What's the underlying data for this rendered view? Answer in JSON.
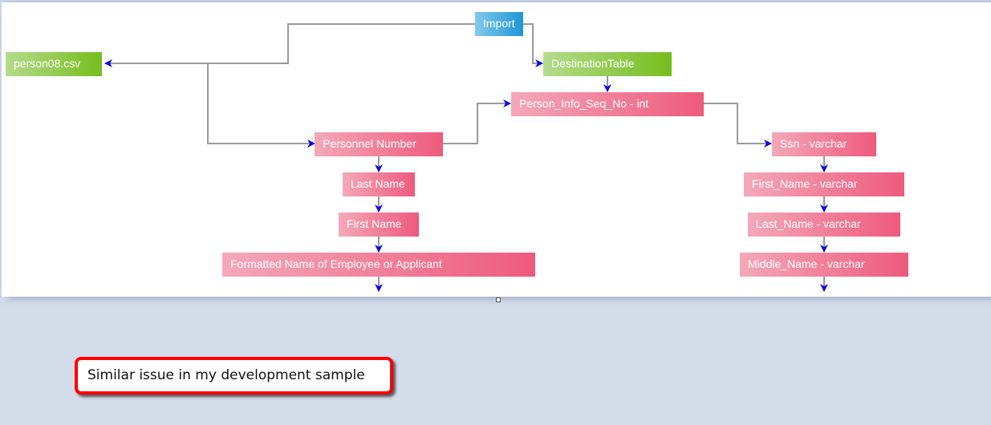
{
  "diagram": {
    "nodes": {
      "import": {
        "label": "Import",
        "color": "blue"
      },
      "source_file": {
        "label": "person08.csv",
        "color": "green"
      },
      "destination_table": {
        "label": "DestinationTable",
        "color": "green"
      },
      "person_info_seq_no": {
        "label": "Person_Info_Seq_No - int",
        "color": "pink"
      },
      "personnel_number": {
        "label": "Personnel Number",
        "color": "pink"
      },
      "last_name": {
        "label": "Last Name",
        "color": "pink"
      },
      "first_name": {
        "label": "First Name",
        "color": "pink"
      },
      "formatted_name": {
        "label": "Formatted Name of Employee or Applicant",
        "color": "pink"
      },
      "ssn": {
        "label": "Ssn - varchar",
        "color": "pink"
      },
      "first_name_col": {
        "label": "First_Name - varchar",
        "color": "pink"
      },
      "last_name_col": {
        "label": "Last_Name - varchar",
        "color": "pink"
      },
      "middle_name_col": {
        "label": "Middle_Name - varchar",
        "color": "pink"
      }
    },
    "edges": [
      {
        "from": "import",
        "to": "source_file"
      },
      {
        "from": "import",
        "to": "destination_table"
      },
      {
        "from": "source_file",
        "to": "personnel_number"
      },
      {
        "from": "destination_table",
        "to": "person_info_seq_no"
      },
      {
        "from": "personnel_number",
        "to": "person_info_seq_no"
      },
      {
        "from": "person_info_seq_no",
        "to": "ssn"
      },
      {
        "from": "personnel_number",
        "to": "last_name"
      },
      {
        "from": "last_name",
        "to": "first_name"
      },
      {
        "from": "first_name",
        "to": "formatted_name"
      },
      {
        "from": "formatted_name",
        "to": "(continues)"
      },
      {
        "from": "ssn",
        "to": "first_name_col"
      },
      {
        "from": "first_name_col",
        "to": "last_name_col"
      },
      {
        "from": "last_name_col",
        "to": "middle_name_col"
      },
      {
        "from": "middle_name_col",
        "to": "(continues)"
      }
    ],
    "colors": {
      "edge_line": "#9a9a9a",
      "arrowhead": "#0000ee",
      "pink_start": "#f4a8b9",
      "pink_end": "#ee5a7c",
      "green_start": "#b4dc8c",
      "green_end": "#76bd1d",
      "blue_start": "#82c8ec",
      "blue_end": "#1f96d6"
    }
  },
  "annotation": {
    "callout_text": "Similar issue in my development sample",
    "border_color": "#ff0000"
  }
}
